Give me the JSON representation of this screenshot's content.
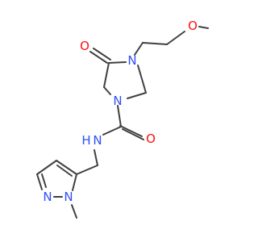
{
  "colors": {
    "carbon_bond": "#404040",
    "oxygen": "#ff0d0d",
    "nitrogen": "#3050f8",
    "background": "#ffffff"
  },
  "atoms": {
    "O_methoxy": {
      "text": "O",
      "color": "#ff0d0d"
    },
    "N_ring_upper": {
      "text": "N",
      "color": "#3050f8"
    },
    "O_ketone": {
      "text": "O",
      "color": "#ff0d0d"
    },
    "N_ring_lower": {
      "text": "N",
      "color": "#3050f8"
    },
    "O_carboxamide": {
      "text": "O",
      "color": "#ff0d0d"
    },
    "N_amide": {
      "text": "N",
      "color": "#3050f8"
    },
    "H_amide": {
      "text": "H",
      "color": "#3050f8"
    },
    "N_pyrazole_1": {
      "text": "N",
      "color": "#3050f8"
    },
    "N_pyrazole_2": {
      "text": "N",
      "color": "#3050f8"
    }
  }
}
